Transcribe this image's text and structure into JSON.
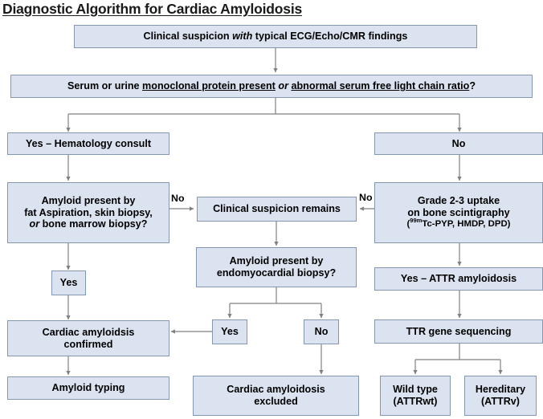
{
  "title": "Diagnostic Algorithm for Cardiac Amyloidosis",
  "colors": {
    "box_fill": "#dce3f0",
    "box_border": "#8497b0",
    "connector": "#808080",
    "text": "#000000"
  },
  "nodes": {
    "clinical_suspicion": {
      "text_before_italic": "Clinical suspicion ",
      "italic": "with",
      "text_after_italic": " typical ECG/Echo/CMR findings",
      "full_text": "Clinical suspicion with typical ECG/Echo/CMR findings"
    },
    "monoclonal_question": {
      "part1": "Serum or urine ",
      "underline1": "monoclonal protein present",
      "italic": " or ",
      "underline2": "abnormal serum free light chain ratio",
      "part_end": "?",
      "full_text": "Serum or urine monoclonal protein present or abnormal serum free light chain ratio?"
    },
    "hematology_consult": {
      "label": "Yes – Hematology consult"
    },
    "no_branch": {
      "label": "No"
    },
    "amyloid_biopsy_question": {
      "line1": "Amyloid present by",
      "line2": "fat Aspiration, skin biopsy,",
      "line3_italic": "or",
      "line3_rest": " bone marrow biopsy?",
      "full_text": "Amyloid present by fat Aspiration, skin biopsy, or bone marrow biopsy?"
    },
    "bone_scintigraphy": {
      "line1": "Grade 2-3 uptake",
      "line2": "on bone scintigraphy",
      "line3_sup": "99m",
      "line3_pre": "(",
      "line3_rest": "Tc-PYP, HMDP, DPD)",
      "full_text": "Grade 2-3 uptake on bone scintigraphy (99mTc-PYP, HMDP, DPD)"
    },
    "clinical_suspicion_remains": {
      "label": "Clinical suspicion remains"
    },
    "endomyocardial_question": {
      "line1": "Amyloid present by",
      "line2": "endomyocardial biopsy?",
      "full_text": "Amyloid present by endomyocardial biopsy?"
    },
    "yes_left": {
      "label": "Yes"
    },
    "yes_mid": {
      "label": "Yes"
    },
    "no_mid": {
      "label": "No"
    },
    "attr_amyloidosis": {
      "label": "Yes – ATTR amyloidosis"
    },
    "cardiac_confirmed": {
      "line1": "Cardiac amyloidsis",
      "line2": "confirmed",
      "full_text": "Cardiac amyloidsis confirmed"
    },
    "ttr_sequencing": {
      "label": "TTR gene sequencing"
    },
    "amyloid_typing": {
      "label": "Amyloid typing"
    },
    "cardiac_excluded": {
      "line1": "Cardiac amyloidosis",
      "line2": "excluded",
      "full_text": "Cardiac amyloidosis excluded"
    },
    "wild_type": {
      "line1": "Wild type",
      "line2": "(ATTRwt)",
      "full_text": "Wild type (ATTRwt)"
    },
    "hereditary": {
      "line1": "Hereditary",
      "line2": "(ATTRv)",
      "full_text": "Hereditary (ATTRv)"
    }
  },
  "edge_labels": {
    "no_left_to_center": "No",
    "no_right_to_center": "No"
  }
}
